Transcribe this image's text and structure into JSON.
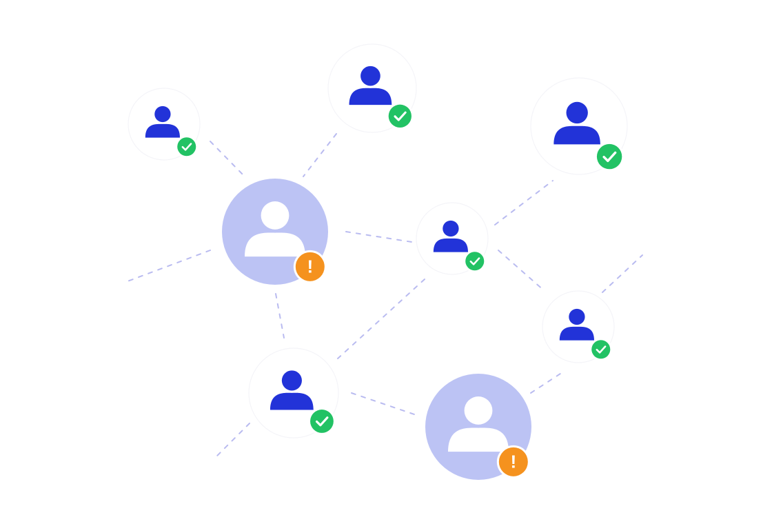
{
  "colors": {
    "background": "#ffffff",
    "connector": "#b9bbf0",
    "user_icon_active": "#2233d8",
    "user_icon_flagged_bg": "#bcc3f4",
    "user_icon_flagged_fg": "#ffffff",
    "badge_ok": "#22c264",
    "badge_warning": "#f5921e"
  },
  "icons": {
    "person": "user-icon",
    "ok_badge": "check-circle-icon",
    "warning_badge": "exclamation-circle-icon"
  },
  "network": {
    "nodes": [
      {
        "id": "u1",
        "kind": "verified",
        "status": "ok"
      },
      {
        "id": "u2",
        "kind": "verified",
        "status": "ok"
      },
      {
        "id": "u3",
        "kind": "verified",
        "status": "ok"
      },
      {
        "id": "u4",
        "kind": "flagged",
        "status": "warning",
        "badge_glyph": "!"
      },
      {
        "id": "u5",
        "kind": "verified",
        "status": "ok"
      },
      {
        "id": "u6",
        "kind": "verified",
        "status": "ok"
      },
      {
        "id": "u7",
        "kind": "verified",
        "status": "ok"
      },
      {
        "id": "u8",
        "kind": "flagged",
        "status": "warning",
        "badge_glyph": "!"
      }
    ],
    "links": [
      {
        "from": "u1",
        "to": "u4"
      },
      {
        "from": "u2",
        "to": "u4"
      },
      {
        "from": "u4",
        "to": "u5"
      },
      {
        "from": "u5",
        "to": "u3"
      },
      {
        "from": "u5",
        "to": "u6"
      },
      {
        "from": "u4",
        "to": "u7"
      },
      {
        "from": "u5",
        "to": "u7"
      },
      {
        "from": "u7",
        "to": "u8"
      },
      {
        "from": "u8",
        "to": "u6"
      },
      {
        "from": "u4",
        "to": "offscreen-left"
      },
      {
        "from": "u7",
        "to": "offscreen-bottom-left"
      },
      {
        "from": "u6",
        "to": "offscreen-right"
      }
    ]
  }
}
